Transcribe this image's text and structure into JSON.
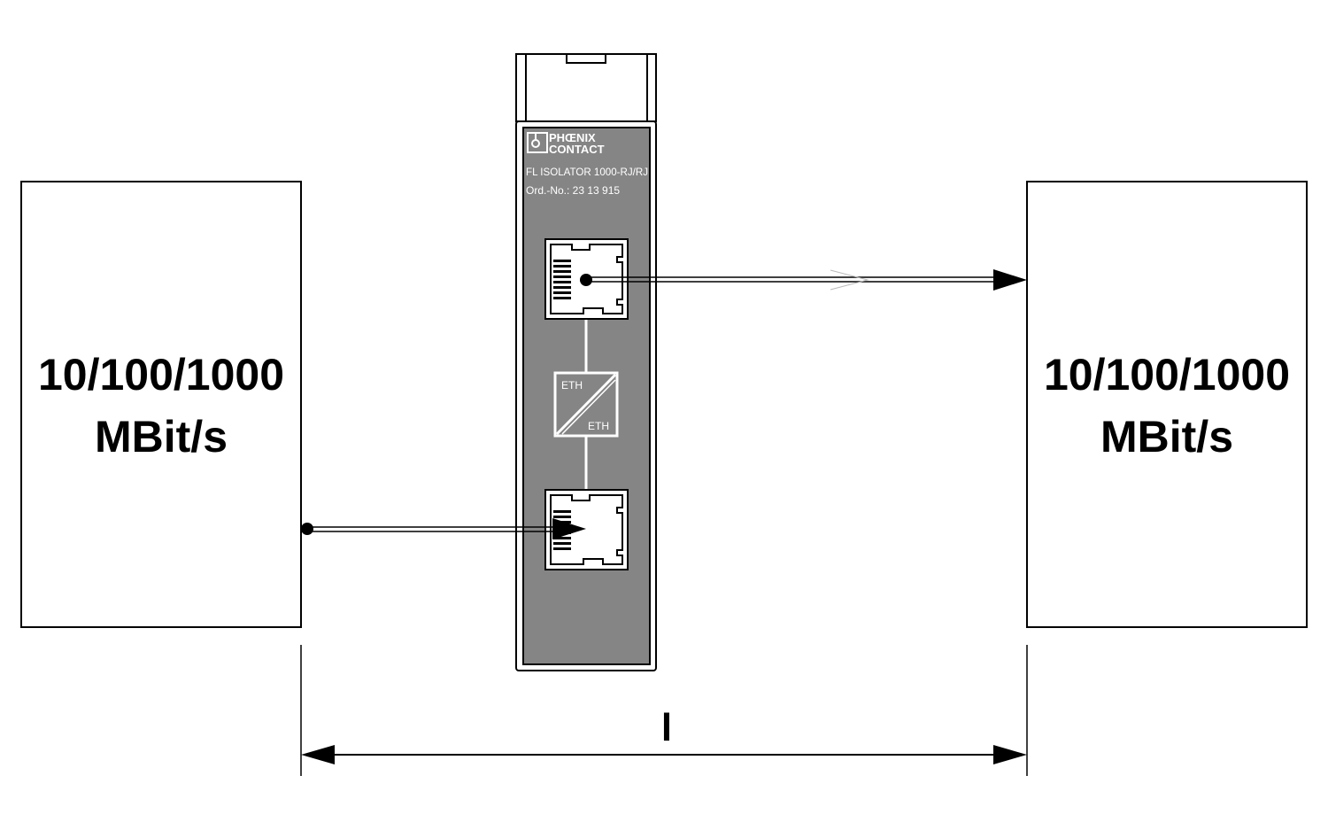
{
  "left_device": {
    "line1": "10/100/1000",
    "line2": "MBit/s"
  },
  "right_device": {
    "line1": "10/100/1000",
    "line2": "MBit/s"
  },
  "isolator": {
    "brand_line1": "PHŒNIX",
    "brand_line2": "CONTACT",
    "model": "FL ISOLATOR 1000-RJ/RJ",
    "order_no": "Ord.-No.: 23 13 915",
    "converter_top": "ETH",
    "converter_bottom": "ETH",
    "body_color": "#858585"
  },
  "dimension": {
    "label": "l"
  }
}
